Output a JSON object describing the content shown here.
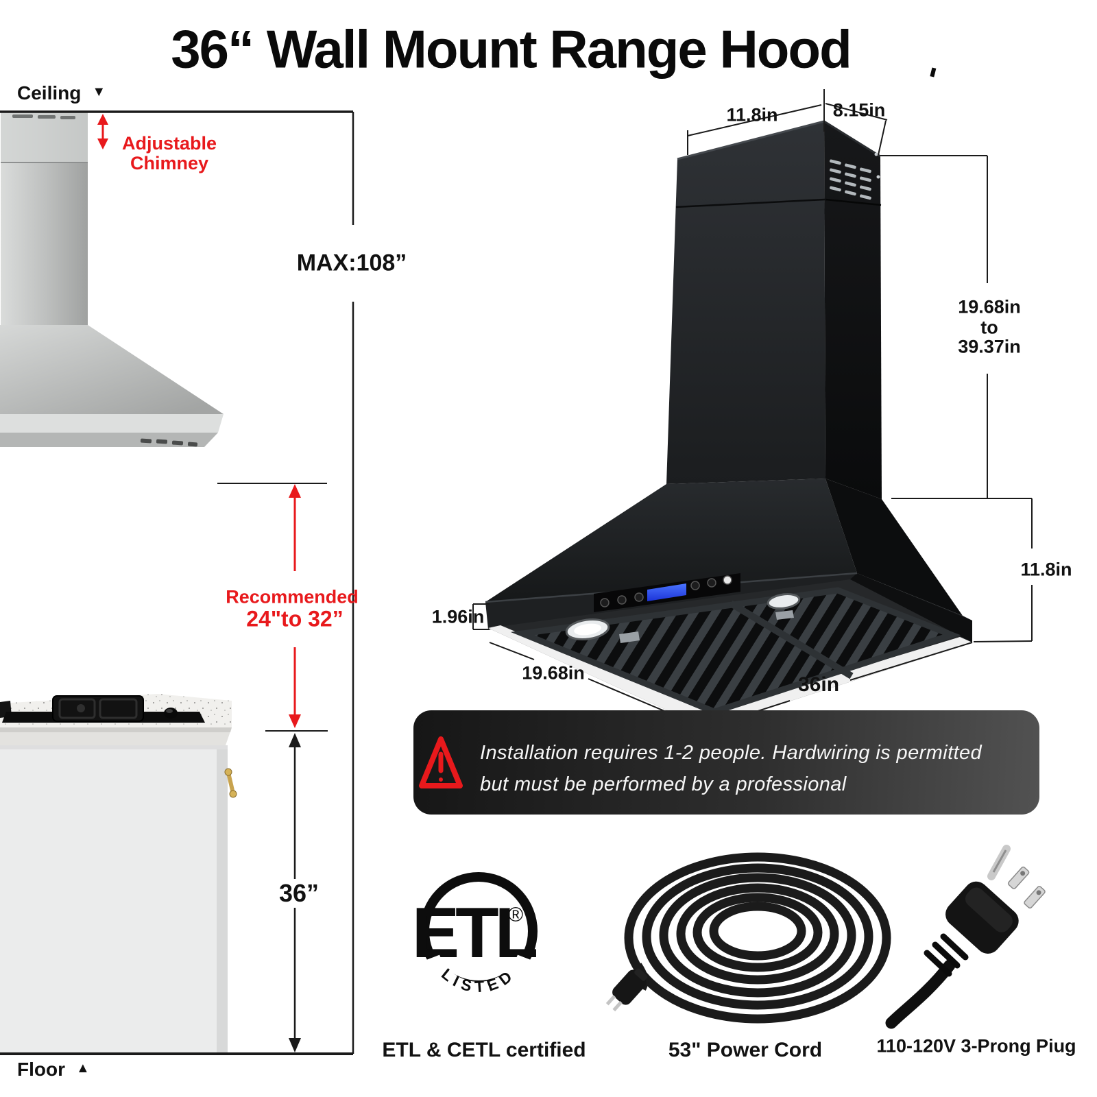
{
  "title": "36“ Wall Mount Range Hood",
  "colors": {
    "red": "#e8191c",
    "lcd_blue": "#2b50f0",
    "banner_dark": "#161616",
    "banner_light": "#525252"
  },
  "left_diagram": {
    "ceiling_label": "Ceiling",
    "ceiling_marker": "▼",
    "floor_label": "Floor",
    "floor_marker": "▲",
    "adjustable_line1": "Adjustable",
    "adjustable_line2": "Chimney",
    "max_height": "MAX:108”",
    "recommended_line1": "Recommended",
    "recommended_line2": "24\"to 32”",
    "mount_height": "36”"
  },
  "dimensions": {
    "chimney_top_width": "11.8in",
    "chimney_top_depth": "8.15in",
    "chimney_min": "19.68in",
    "chimney_to": "to",
    "chimney_max": "39.37in",
    "hood_body_height": "11.8in",
    "rim_height": "1.96in",
    "hood_depth": "19.68in",
    "hood_width": "36in"
  },
  "warning": {
    "line1": "Installation requires 1-2 people. Hardwiring is permitted",
    "line2": "but must be performed by a professional"
  },
  "etl_logo": {
    "brand": "ETL",
    "registered": "®",
    "listed": "LISTED"
  },
  "captions": {
    "certification": "ETL & CETL certified",
    "power_cord": "53\" Power Cord",
    "plug": "110-120V 3-Prong Piug"
  }
}
